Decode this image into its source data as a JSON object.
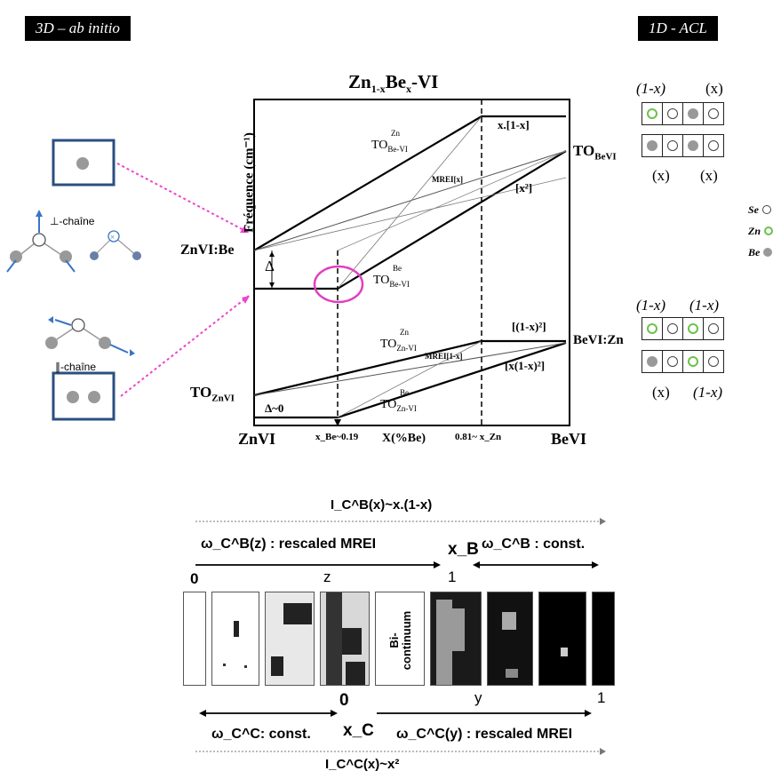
{
  "headers": {
    "left": "3D – ab initio",
    "right": "1D - ACL"
  },
  "title": {
    "main": "Zn",
    "sub1": "1-x",
    "mid": "Be",
    "sub2": "x",
    "end": "-VI"
  },
  "plot": {
    "ylabel": "Fréquence (cm⁻¹)",
    "xlabel": "X(%Be)",
    "x_left": "ZnVI",
    "x_right": "BeVI",
    "x_tick1": "x_Be~0.19",
    "x_tick2": "0.81~ x_Zn",
    "left_labels": {
      "znvi_be": "ZnVI:Be",
      "to_znvi": "TO",
      "to_znvi_sub": "ZnVI"
    },
    "right_labels": {
      "to_bevi": "TO",
      "to_bevi_sub": "BeVI",
      "bevi_zn": "BeVI:Zn"
    },
    "delta": "Δ",
    "delta0": "Δ~0",
    "upper_labels": {
      "x1mx": "x.[1-x]",
      "x2": "[x²]",
      "mrei": "MREI[x]",
      "to_zn": "TO",
      "to_zn_sup": "Zn",
      "to_zn_sub": "Be-VI",
      "to_be": "TO",
      "to_be_sup": "Be",
      "to_be_sub": "Be-VI"
    },
    "lower_labels": {
      "one_mx2": "[(1-x)²]",
      "x_one_mx2": "[x(1-x)²]",
      "mrei": "MREI[1-x]",
      "to_zn": "TO",
      "to_zn_sup": "Zn",
      "to_zn_sub": "Zn-VI",
      "to_be": "TO",
      "to_be_sup": "Be",
      "to_be_sub": "Zn-VI"
    }
  },
  "left_panel": {
    "perp_chain": "⊥-chaîne",
    "par_chain": "∥-chaîne"
  },
  "acl": {
    "top": {
      "labels_above": [
        "(1-x)",
        "(x)"
      ],
      "labels_below": [
        "(x)",
        "(x)"
      ]
    },
    "bottom": {
      "labels_above": [
        "(1-x)",
        "(1-x)"
      ],
      "labels_below": [
        "(x)",
        "(1-x)"
      ]
    },
    "legend": [
      "Se",
      "Zn",
      "Be"
    ]
  },
  "bottom": {
    "top_arrow_label": "I_C^B(x)~x.(1-x)",
    "omega_left": "ω_C^B(z) : rescaled MREI",
    "xB": "x_B",
    "omega_right": "ω_C^B : const.",
    "zero_top": "0",
    "z": "z",
    "one_top": "1",
    "bicontinuum": "Bi-continuum",
    "zero_bottom": "0",
    "y": "y",
    "one_bottom": "1",
    "omega_const": "ω_C^C: const.",
    "xC": "x_C",
    "omega_y": "ω_C^C(y) : rescaled MREI",
    "bottom_arrow_label": "I_C^C(x)~x²"
  }
}
